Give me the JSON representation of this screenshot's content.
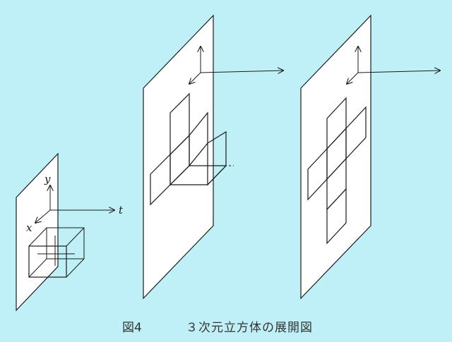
{
  "figure": {
    "number_label": "図4",
    "title": "３次元立方体の展開図"
  },
  "axes": {
    "x_label": "x",
    "y_label": "y",
    "t_label": "t"
  },
  "colors": {
    "background": "#bff0f7",
    "plane": "#ffffff",
    "line": "#1a1a1a"
  }
}
